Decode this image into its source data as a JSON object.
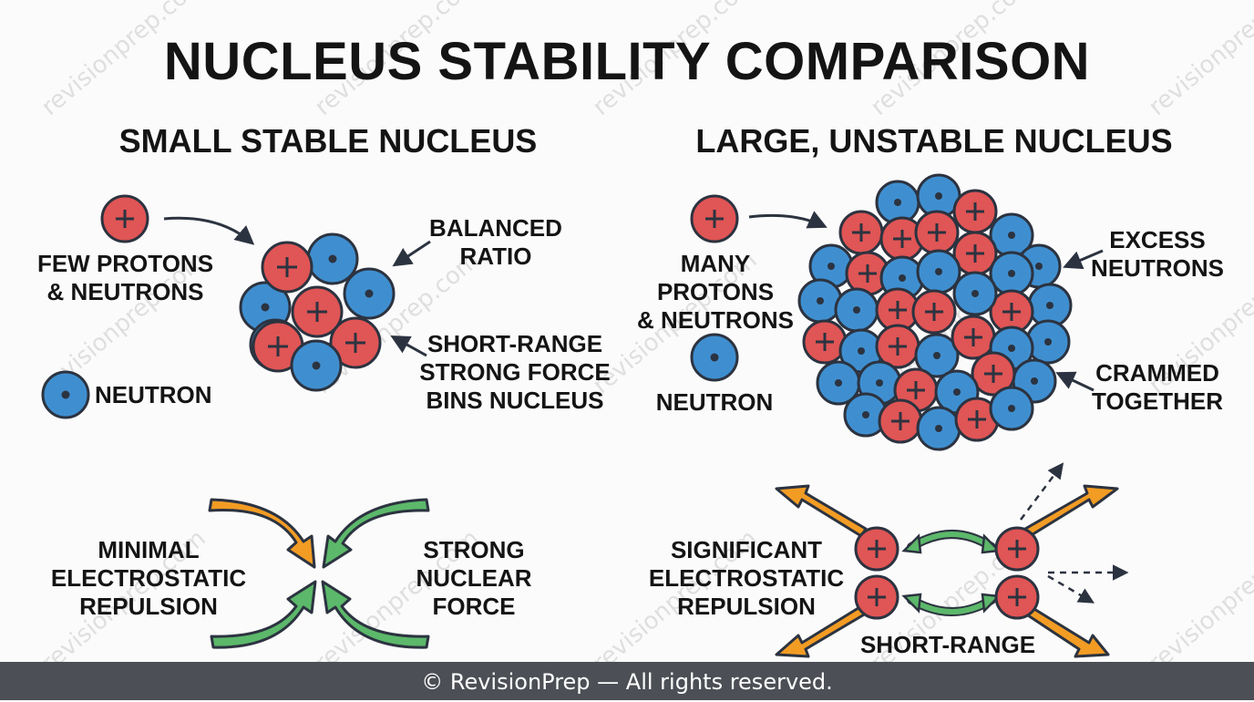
{
  "title": "NUCLEUS STABILITY COMPARISON",
  "watermark": "revisionprep.com",
  "left_panel": {
    "heading": "SMALL STABLE NUCLEUS",
    "proton_label": "FEW PROTONS\n& NEUTRONS",
    "neutron_label": "NEUTRON",
    "balanced_label": "BALANCED\nRATIO",
    "strong_force_label": "SHORT-RANGE\nSTRONG FORCE\nBINS NUCLEUS",
    "repulsion_label": "MINIMAL\nELECTROSTATIC\nREPULSION",
    "nuclear_force_label": "STRONG\nNUCLEAR\nFORCE"
  },
  "right_panel": {
    "heading": "LARGE, UNSTABLE NUCLEUS",
    "proton_label": "MANY PROTONS\n& NEUTRONS",
    "neutron_label": "NEUTRON",
    "excess_label": "EXCESS\nNEUTRONS",
    "crammed_label": "CRAMMED\nTOGETHER",
    "repulsion_label": "SIGNIFICANT\nELECTROSTATIC\nREPULSION",
    "strong_force_label": "SHORT-RANGE\nSTRONG FORCE"
  },
  "footer": "© RevisionPrep — All rights reserved.",
  "colors": {
    "proton": "#e05555",
    "neutron": "#3f8fd0",
    "outline": "#2c3340",
    "repulsion_arrow": "#f39c24",
    "strong_force_arrow": "#5cb86a"
  }
}
